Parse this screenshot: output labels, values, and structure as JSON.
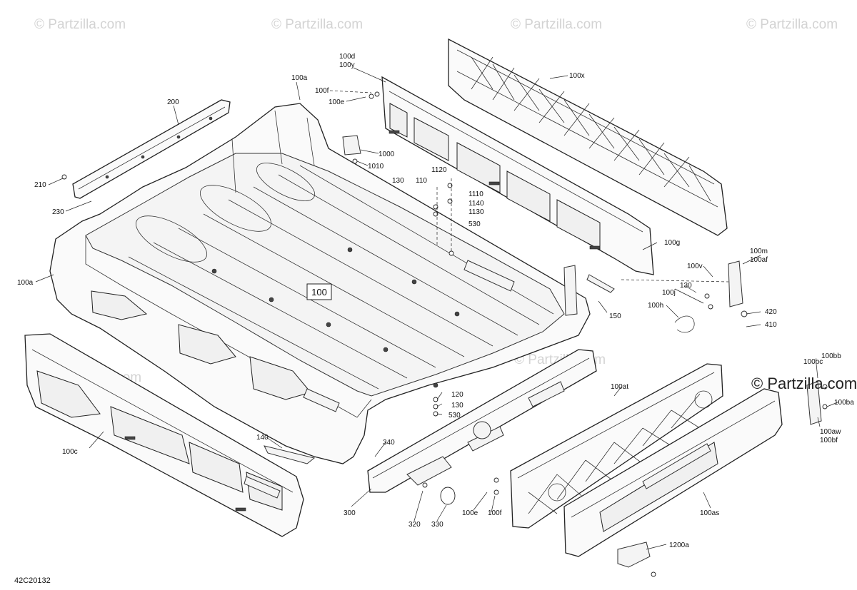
{
  "watermarks": [
    "© Partzilla.com",
    "© Partzilla.com",
    "© Partzilla.com",
    "© Partzilla.com",
    "© Partzilla.com",
    "© Partzilla.com"
  ],
  "watermark_brand": "© Partzilla.com",
  "diagram_code": "42C20132",
  "assembly_box_label": "100",
  "labels": {
    "l200": "200",
    "l210": "210",
    "l230": "230",
    "l100a_top": "100a",
    "l100a_left": "100a",
    "l100d": "100d",
    "l100y": "100y",
    "l100f_top": "100f",
    "l100e_top": "100e",
    "l1000": "1000",
    "l1010": "1010",
    "l100x": "100x",
    "l130_top": "130",
    "l110": "110",
    "l1120": "1120",
    "l1110": "1110",
    "l1140": "1140",
    "l1130": "1130",
    "l530_top": "530",
    "l100g": "100g",
    "l100m": "100m",
    "l100af": "100af",
    "l100v": "100v",
    "l130_right": "130",
    "l100j": "100j",
    "l100h": "100h",
    "l420": "420",
    "l410": "410",
    "l150": "150",
    "l120": "120",
    "l130_mid": "130",
    "l530_mid": "530",
    "l140": "140",
    "l100c": "100c",
    "l340": "340",
    "l300": "300",
    "l320": "320",
    "l330": "330",
    "l100e_bot": "100e",
    "l100f_bot": "100f",
    "l100at": "100at",
    "l100as": "100as",
    "l100bb": "100bb",
    "l100bc": "100bc",
    "l100ba": "100ba",
    "l100aw": "100aw",
    "l100bf": "100bf",
    "l1200a": "1200a"
  },
  "colors": {
    "line": "#222222",
    "watermark": "#d3d3d3",
    "background": "#ffffff"
  }
}
